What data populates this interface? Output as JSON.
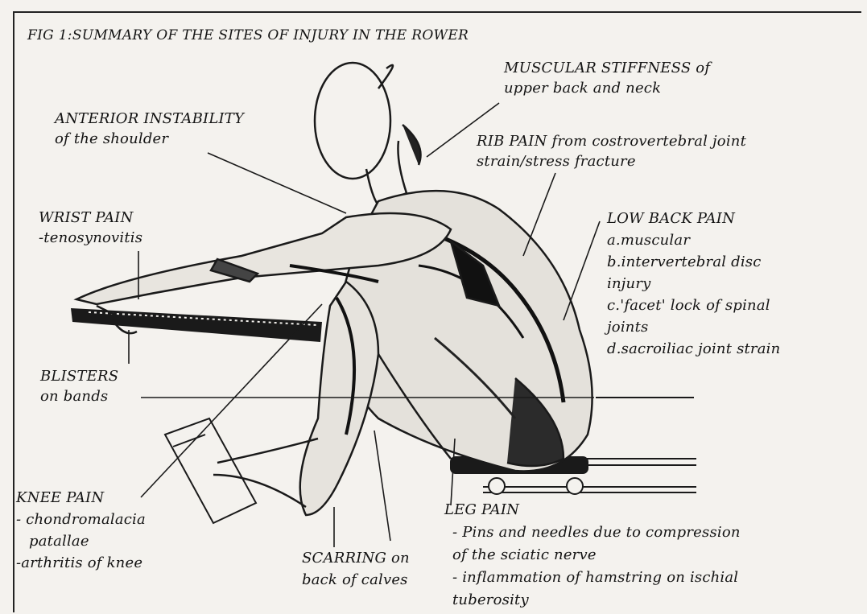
{
  "figure": {
    "caption": "FIG 1:SUMMARY OF THE SITES OF INJURY IN THE ROWER"
  },
  "labels": {
    "muscular_stiffness": {
      "line1": "MUSCULAR STIFFNESS of",
      "line2": "upper back and neck"
    },
    "anterior_instability": {
      "line1": "ANTERIOR INSTABILITY",
      "line2": "of the shoulder"
    },
    "rib_pain": {
      "line1": "RIB PAIN from costrovertebral joint",
      "line2": "strain/stress fracture"
    },
    "wrist_pain": {
      "line1": "WRIST PAIN",
      "line2": "-tenosynovitis"
    },
    "low_back_pain": {
      "title": "LOW BACK PAIN",
      "items": [
        "a.muscular",
        "b.intervertebral disc",
        "injury",
        "c.'facet' lock of spinal",
        "joints",
        "d.sacroiliac joint strain"
      ]
    },
    "blisters": {
      "line1": "BLISTERS",
      "line2": "on bands"
    },
    "knee_pain": {
      "line1": "KNEE PAIN",
      "line2": "- chondromalacia",
      "line3": "patallae",
      "line4": "-arthritis of knee"
    },
    "scarring": {
      "line1": "SCARRING on",
      "line2": "back of calves"
    },
    "leg_pain": {
      "title": "LEG PAIN",
      "items": [
        "- Pins and needles due to compression",
        "of the sciatic nerve",
        "- inflammation of hamstring on ischial",
        "tuberosity"
      ]
    }
  }
}
